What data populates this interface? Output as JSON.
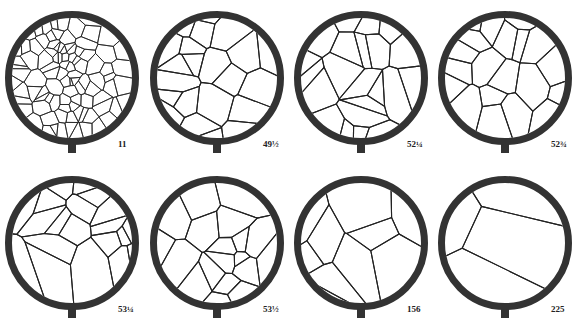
{
  "diagram": {
    "labels": [
      "11",
      "49½",
      "52¼",
      "52¾",
      "53¼",
      "53½",
      "156",
      "225"
    ]
  }
}
